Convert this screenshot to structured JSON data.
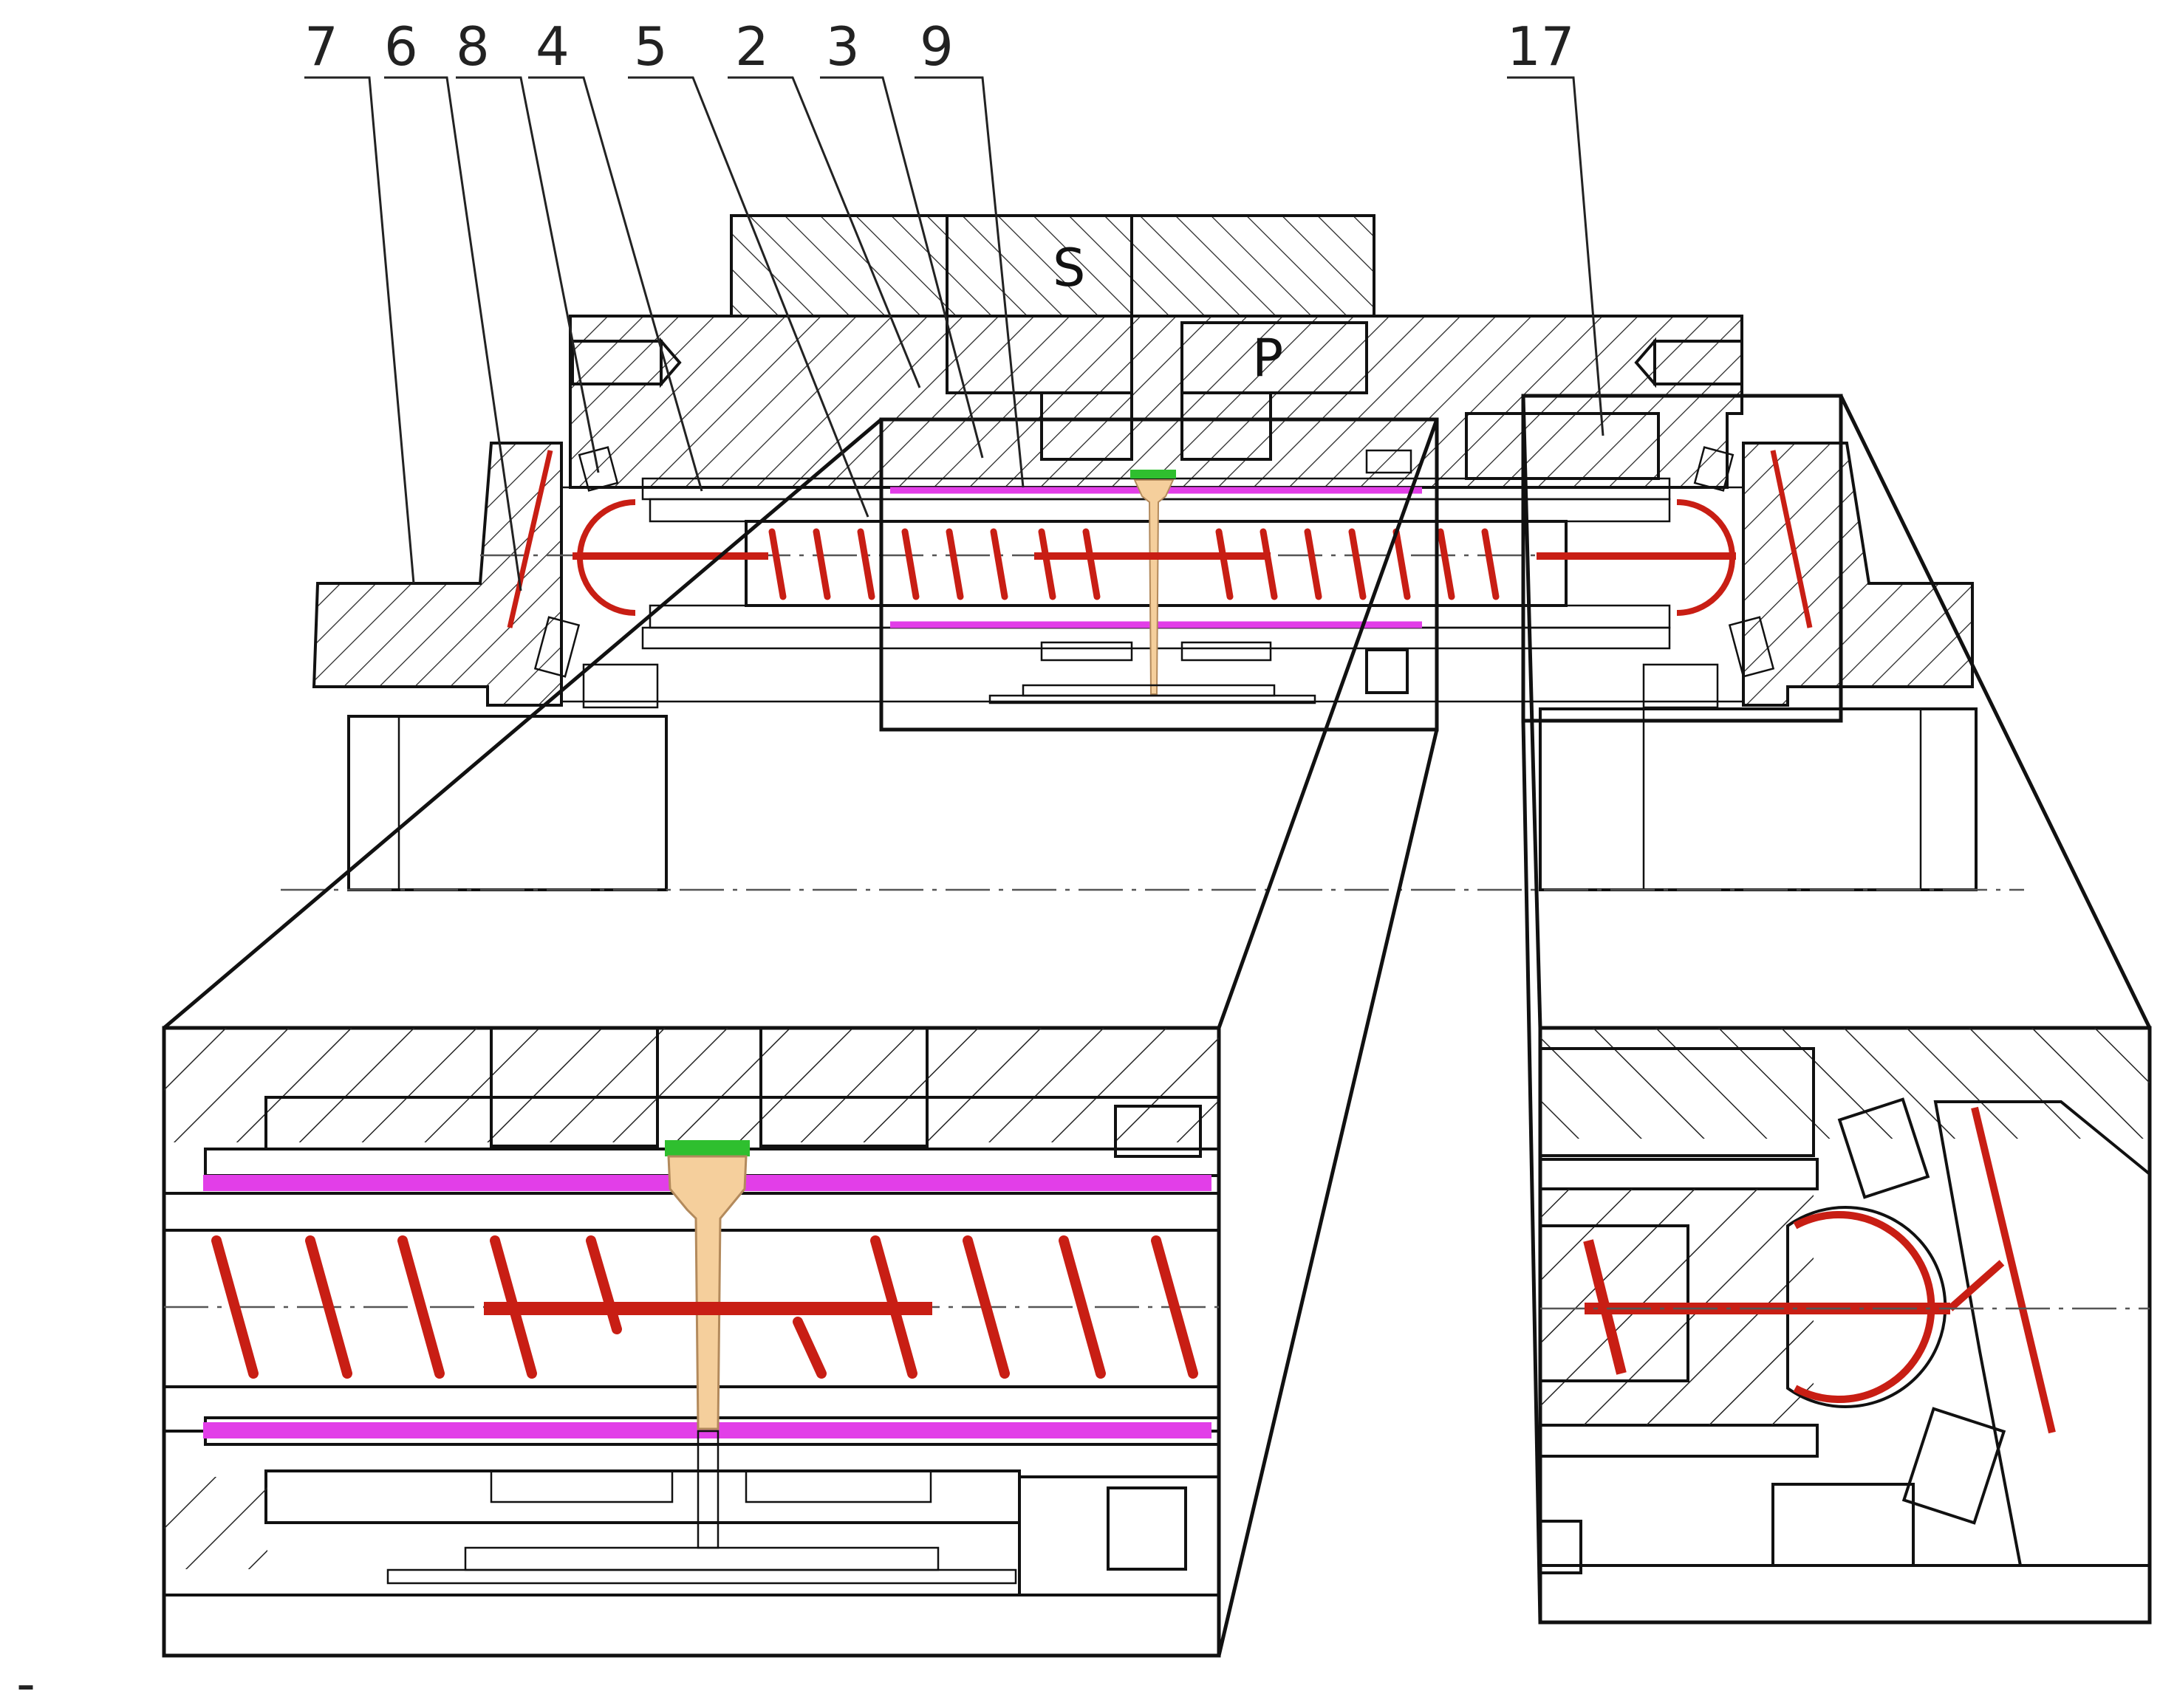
{
  "figure": {
    "part_numbers": [
      "7",
      "6",
      "8",
      "4",
      "5",
      "2",
      "3",
      "9",
      "17"
    ],
    "port_labels": {
      "suction": "S",
      "pressure": "P"
    },
    "colors": {
      "suction_port": "#a6b8f5",
      "pressure_port": "#f4a3a3",
      "channel_magenta": "#e23ee8",
      "spring_red": "#c81e14",
      "plunger_tan": "#f5cf9c",
      "plate_yellow": "#f2f2a6",
      "seal_green": "#2fbf2f",
      "hatch": "#222222"
    },
    "footer_mark": "-"
  }
}
